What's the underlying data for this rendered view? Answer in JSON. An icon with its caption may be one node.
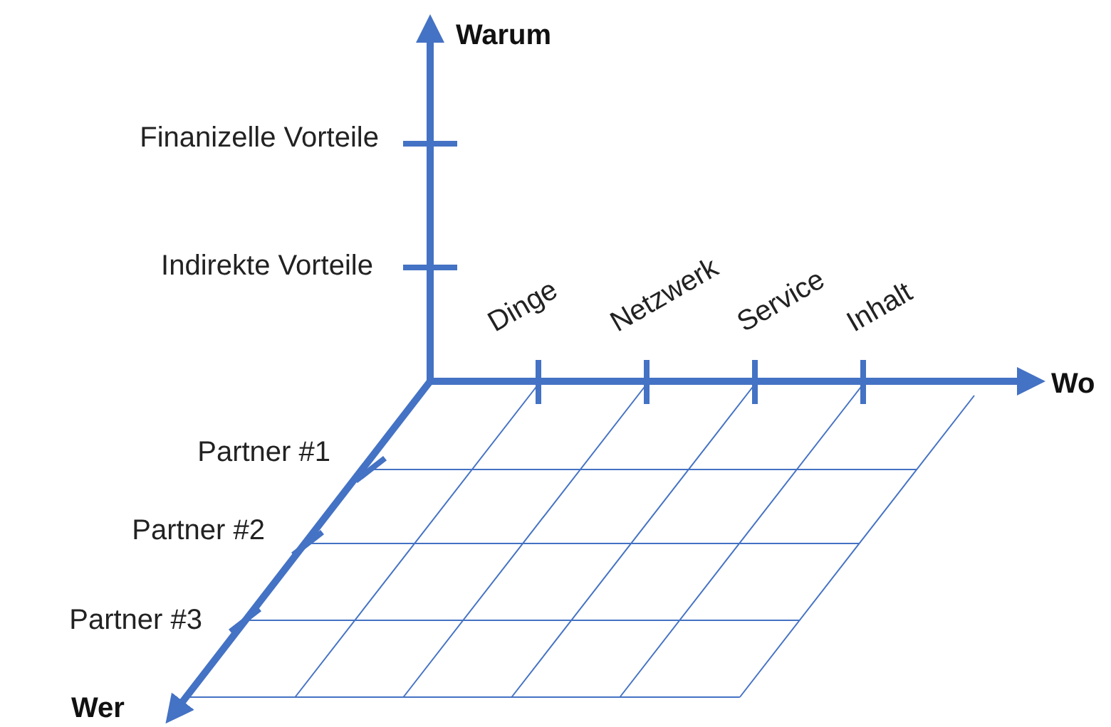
{
  "diagram": {
    "labels": [
      "Warum",
      "Finanizelle Vorteile",
      "Indirekte Vorteile",
      "Dinge",
      "Netzwerk",
      "Service",
      "Inhalt",
      "Wo",
      "Partner #1",
      "Partner #2",
      "Partner #3",
      "Wer"
    ]
  }
}
